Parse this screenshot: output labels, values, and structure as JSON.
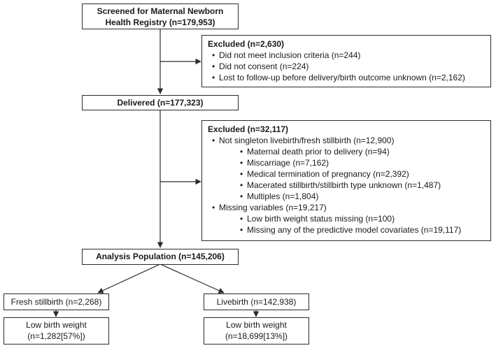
{
  "screened": {
    "line1": "Screened for Maternal Newborn",
    "line2": "Health Registry (n=179,953)"
  },
  "excluded1": {
    "title": "Excluded (n=2,630)",
    "items": [
      "Did not meet inclusion criteria (n=244)",
      "Did not consent (n=224)",
      "Lost to follow-up before delivery/birth outcome unknown (n=2,162)"
    ]
  },
  "delivered": {
    "label": "Delivered (n=177,323)"
  },
  "excluded2": {
    "title": "Excluded (n=32,117)",
    "group1": {
      "label": "Not singleton livebirth/fresh stillbirth (n=12,900)",
      "items": [
        "Maternal death prior to delivery (n=94)",
        "Miscarriage (n=7,162)",
        "Medical termination of pregnancy (n=2,392)",
        "Macerated stillbirth/stillbirth type unknown (n=1,487)",
        "Multiples (n=1,804)"
      ]
    },
    "group2": {
      "label": "Missing variables (n=19,217)",
      "items": [
        "Low birth weight status missing (n=100)",
        "Missing any of the predictive model covariates (n=19,117)"
      ]
    }
  },
  "analysis": {
    "label": "Analysis Population (n=145,206)"
  },
  "fresh_stillbirth": {
    "label": "Fresh stillbirth (n=2,268)"
  },
  "livebirth": {
    "label": "Livebirth (n=142,938)"
  },
  "lbw_stillbirth": {
    "line1": "Low birth weight",
    "line2": "(n=1,282[57%])"
  },
  "lbw_livebirth": {
    "line1": "Low birth weight",
    "line2": "(n=18,699[13%])"
  },
  "colors": {
    "border": "#2b2b2b",
    "line": "#2b2b2b",
    "background": "#ffffff"
  }
}
